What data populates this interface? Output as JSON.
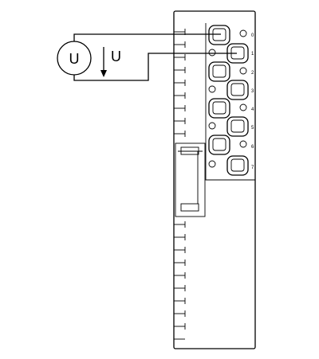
{
  "source": {
    "symbol_label": "U"
  },
  "arrow": {
    "label": "U"
  },
  "module": {
    "terminals": [
      {
        "label": "0"
      },
      {
        "label": "1"
      },
      {
        "label": "2"
      },
      {
        "label": "3"
      },
      {
        "label": "4"
      },
      {
        "label": "5"
      },
      {
        "label": "6"
      },
      {
        "label": "7"
      }
    ]
  },
  "colors": {
    "line": "#000000",
    "background": "#ffffff"
  }
}
